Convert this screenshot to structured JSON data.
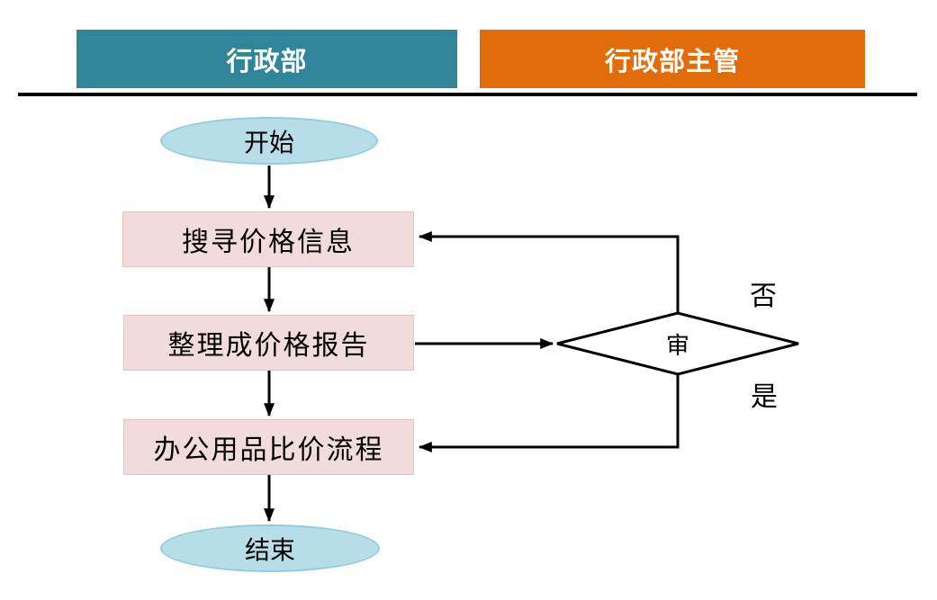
{
  "header": {
    "columns": [
      {
        "label": "行政部",
        "color": "#31859B"
      },
      {
        "label": "行政部主管",
        "color": "#E36C0A"
      }
    ]
  },
  "flowchart": {
    "start_label": "开始",
    "steps": [
      {
        "label": "搜寻价格信息"
      },
      {
        "label": "整理成价格报告"
      },
      {
        "label": "办公用品比价流程"
      }
    ],
    "decision_label": "审",
    "no_label": "否",
    "yes_label": "是",
    "end_label": "结束"
  },
  "colors": {
    "header_left_bg": "#31859B",
    "header_right_bg": "#E36C0A",
    "header_text": "#FFFFFF",
    "process_fill": "#F2DCDB",
    "process_border": "#E6C3C2",
    "terminator_fill": "#B7DEE8",
    "terminator_border": "#92CDDC",
    "connector": "#000000",
    "divider": "#000000",
    "canvas_bg": "#FFFFFF"
  }
}
